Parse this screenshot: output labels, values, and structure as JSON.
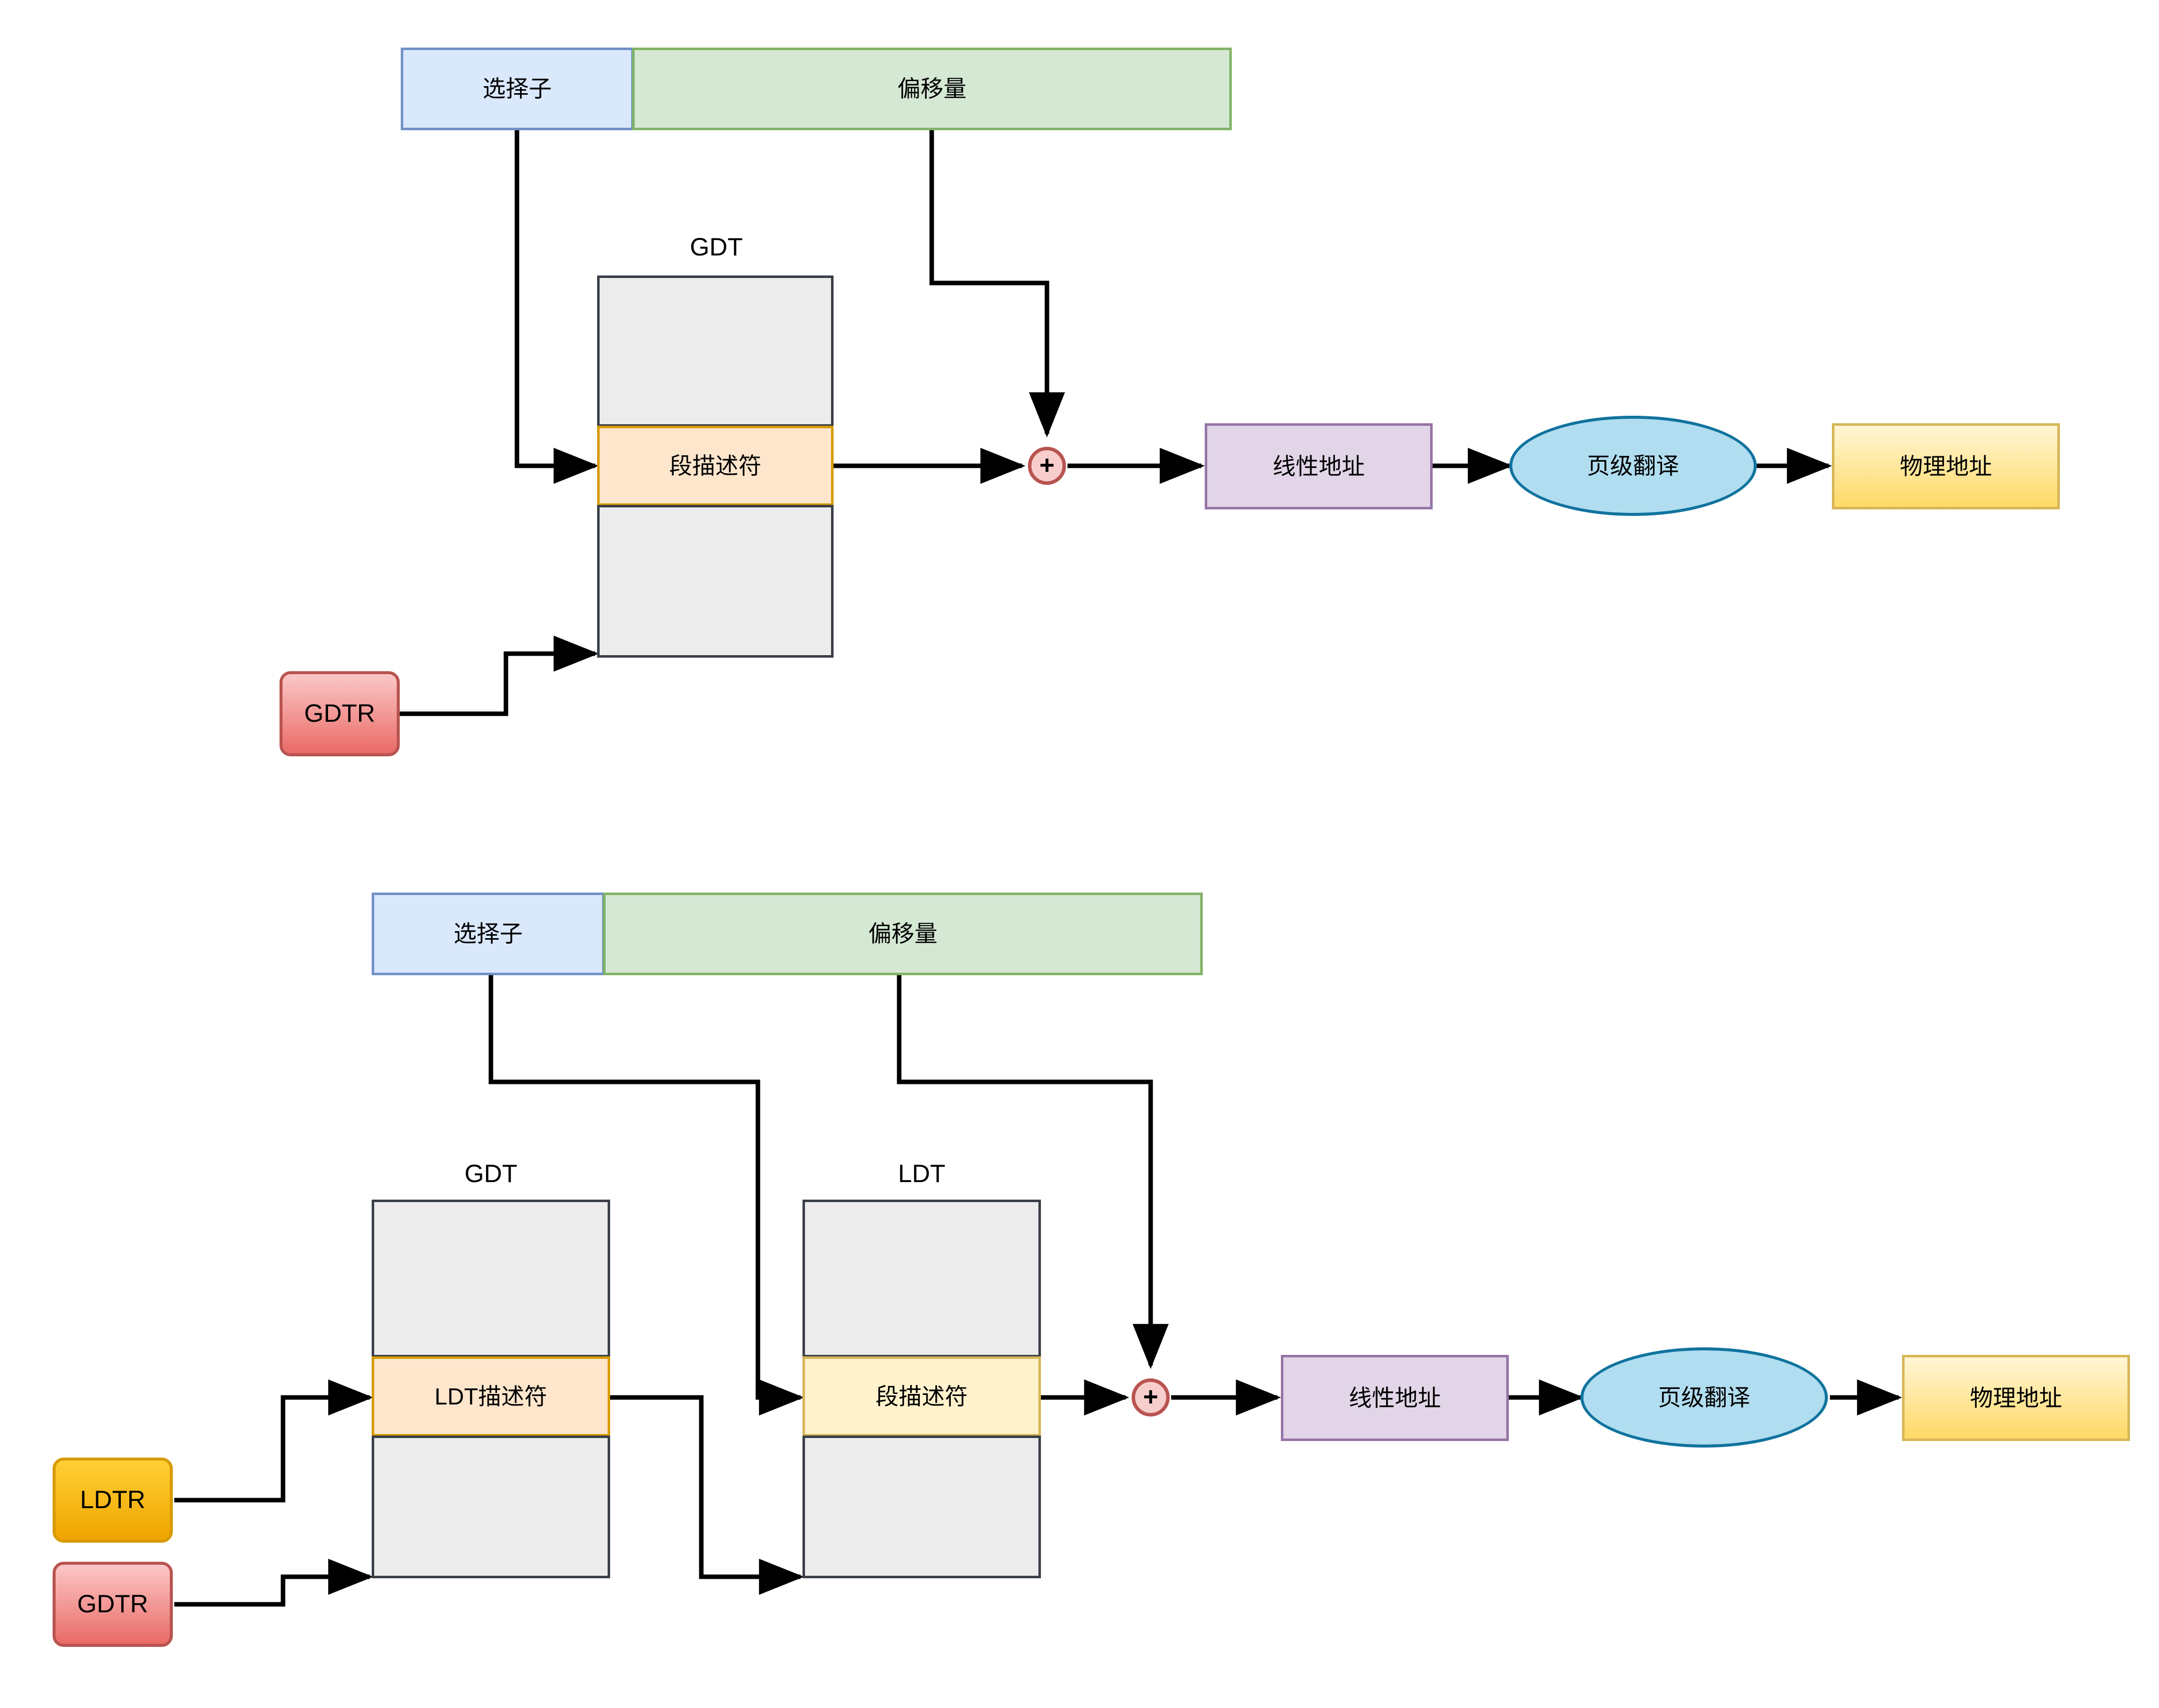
{
  "diagram": {
    "title": "x86 segmentation address translation",
    "colors": {
      "selector_fill": "#dae8fc",
      "selector_stroke": "#7191c7",
      "offset_fill": "#d5e8d4",
      "offset_stroke": "#82b366",
      "table_fill": "#ececec",
      "table_stroke": "#3a3f47",
      "descriptor_a_fill": "#fde6cc",
      "descriptor_a_stroke": "#d79b00",
      "descriptor_b_fill": "#fff2cc",
      "descriptor_b_stroke": "#d6b656",
      "linear_fill": "#e1d5e7",
      "linear_stroke": "#9673a6",
      "physical_fill": "#ffd966",
      "physical_stroke": "#d6b656",
      "gdtr_fill": "#ea6b66",
      "gdtr_stroke": "#b85450",
      "ldtr_fill": "#f0a500",
      "ldtr_stroke": "#d79b00",
      "ellipse_fill": "#b1ddf0",
      "ellipse_stroke": "#10739e",
      "plus_fill": "#f8cecc",
      "plus_stroke": "#b85450",
      "wire": "#000000"
    },
    "top": {
      "selector_label": "选择子",
      "offset_label": "偏移量",
      "gdt_title": "GDT",
      "segment_descriptor_label": "段描述符",
      "plus_label": "+",
      "linear_address_label": "线性地址",
      "page_translation_label": "页级翻译",
      "physical_address_label": "物理地址",
      "gdtr_label": "GDTR"
    },
    "bottom": {
      "selector_label": "选择子",
      "offset_label": "偏移量",
      "gdt_title": "GDT",
      "ldt_title": "LDT",
      "ldt_descriptor_label": "LDT描述符",
      "segment_descriptor_label": "段描述符",
      "plus_label": "+",
      "linear_address_label": "线性地址",
      "page_translation_label": "页级翻译",
      "physical_address_label": "物理地址",
      "ldtr_label": "LDTR",
      "gdtr_label": "GDTR"
    }
  }
}
